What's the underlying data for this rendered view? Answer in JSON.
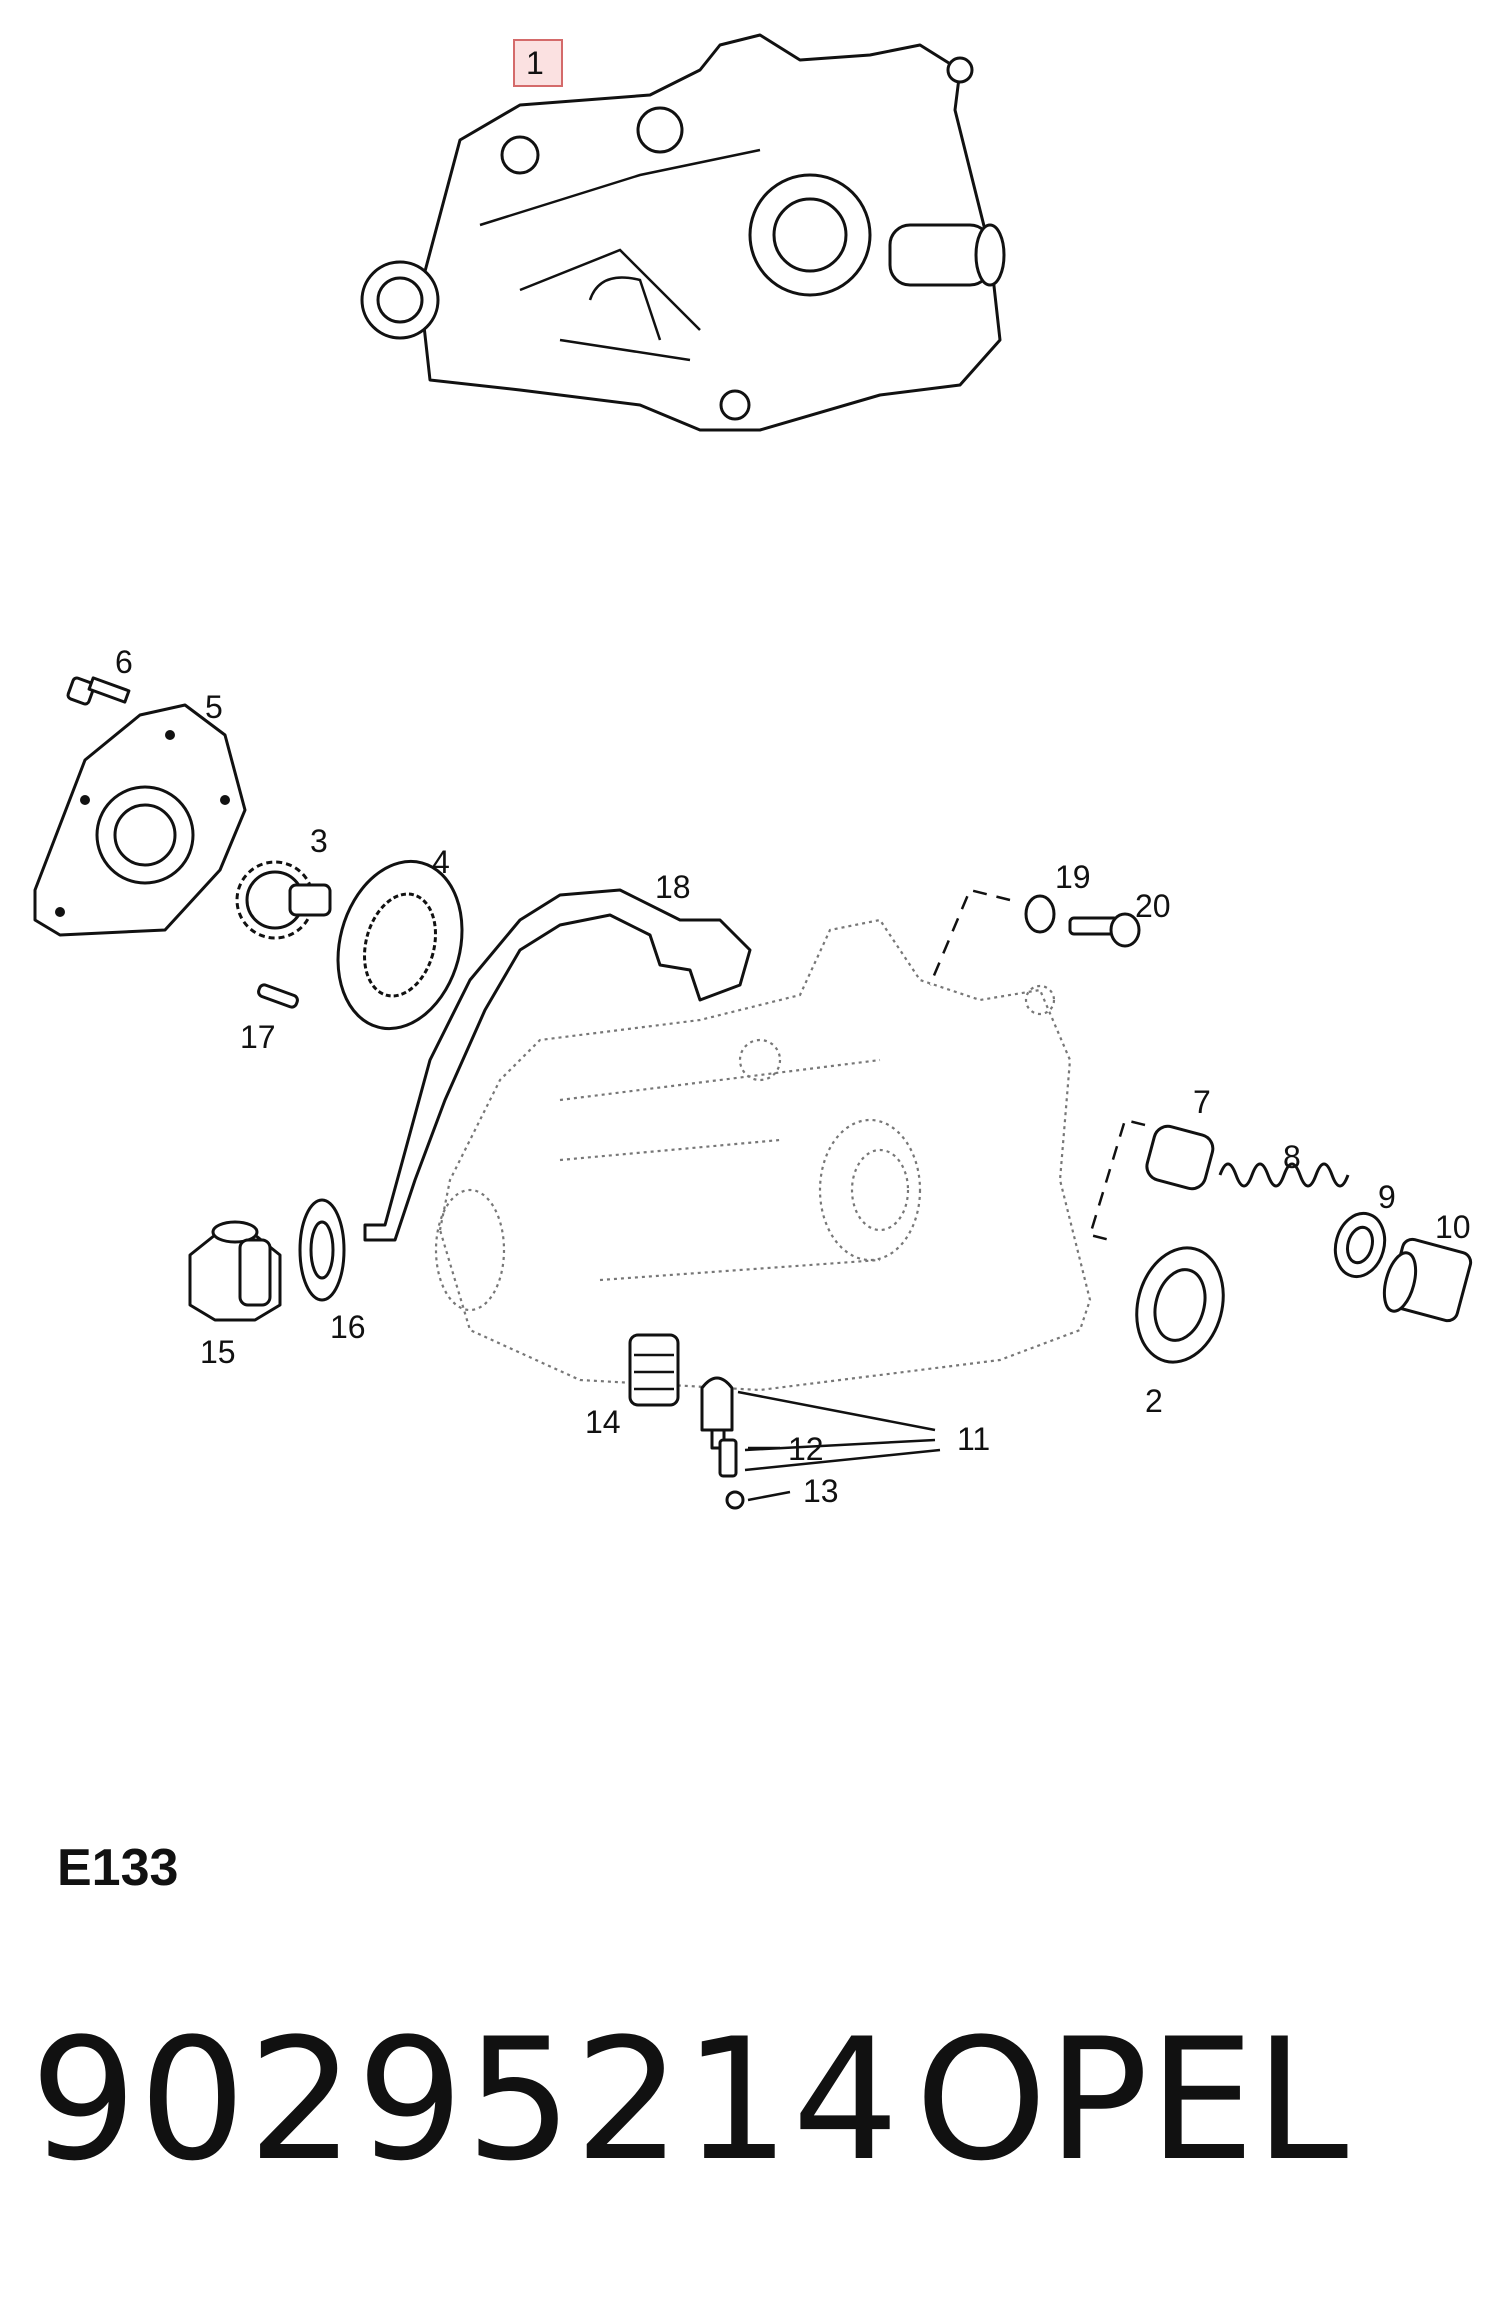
{
  "diagram": {
    "highlighted_part": "1",
    "callouts": [
      "2",
      "3",
      "4",
      "5",
      "6",
      "7",
      "8",
      "9",
      "10",
      "11",
      "12",
      "13",
      "14",
      "15",
      "16",
      "17",
      "18",
      "19",
      "20"
    ],
    "code": "E133"
  },
  "footer": {
    "part_number": "90295214",
    "brand": "OPEL"
  }
}
